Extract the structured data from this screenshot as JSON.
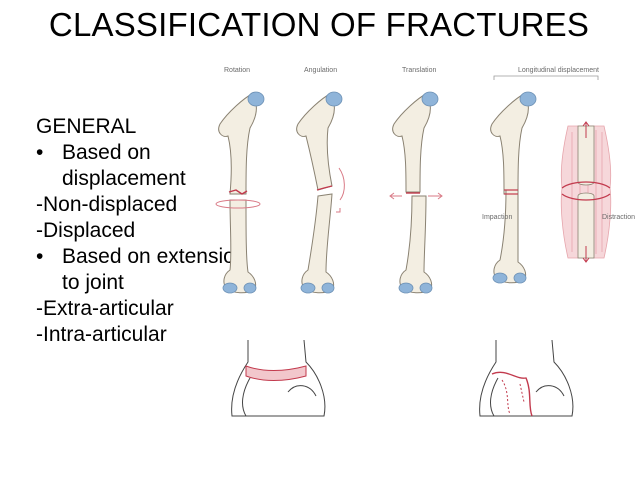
{
  "slide": {
    "title": "CLASSIFICATION OF FRACTURES",
    "lines": [
      {
        "type": "plain",
        "text": "GENERAL"
      },
      {
        "type": "bullet",
        "symbol": "•",
        "text": "Based on"
      },
      {
        "type": "cont",
        "text": "displacement"
      },
      {
        "type": "plain",
        "text": "-Non-displaced"
      },
      {
        "type": "plain",
        "text": "-Displaced"
      },
      {
        "type": "bullet",
        "symbol": "•",
        "text": "Based on extension"
      },
      {
        "type": "cont",
        "text": "to joint"
      },
      {
        "type": "plain",
        "text": "-Extra-articular"
      },
      {
        "type": "plain",
        "text": "-Intra-articular"
      }
    ]
  },
  "figure": {
    "labels": {
      "rotation": "Rotation",
      "angulation": "Angulation",
      "translation": "Translation",
      "longitudinal": "Longitudinal displacement",
      "impaction": "Impaction",
      "distraction": "Distraction"
    },
    "colors": {
      "bone_fill": "#f3eee2",
      "bone_stroke": "#8a8272",
      "cartilage": "#8fb4d9",
      "fracture": "#c23a4d",
      "arrow": "#d97a86",
      "muscle": "#e6a5ac"
    }
  }
}
